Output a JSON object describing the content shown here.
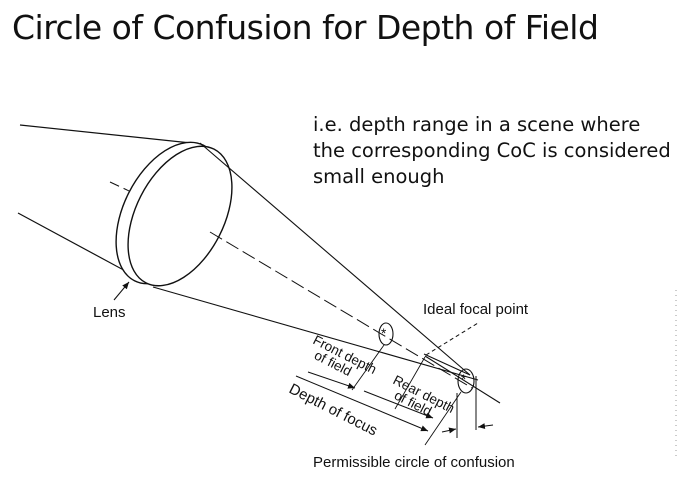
{
  "title": "Circle of Confusion for Depth of Field",
  "note": {
    "lines": [
      "i.e. depth range in a scene where",
      "the corresponding CoC is considered",
      "small enough"
    ]
  },
  "diagram": {
    "labels": {
      "lens": "Lens",
      "ideal_focal_point": "Ideal focal point",
      "front_depth_line1": "Front depth",
      "front_depth_line2": "of field",
      "rear_depth_line1": "Rear depth",
      "rear_depth_line2": "of field",
      "depth_of_focus": "Depth of focus",
      "permissible_coc": "Permissible circle of confusion"
    }
  }
}
